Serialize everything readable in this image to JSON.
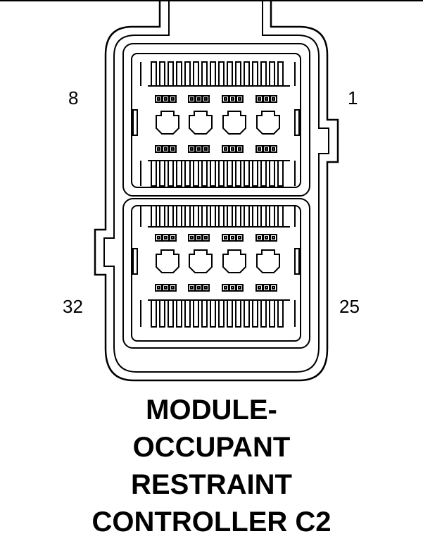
{
  "connector": {
    "pin_labels": {
      "top_left": "8",
      "top_right": "1",
      "bottom_left": "32",
      "bottom_right": "25"
    }
  },
  "title": {
    "lines": [
      "MODULE-",
      "OCCUPANT",
      "RESTRAINT",
      "CONTROLLER C2"
    ]
  },
  "colors": {
    "line": "#000000",
    "background": "#ffffff"
  }
}
